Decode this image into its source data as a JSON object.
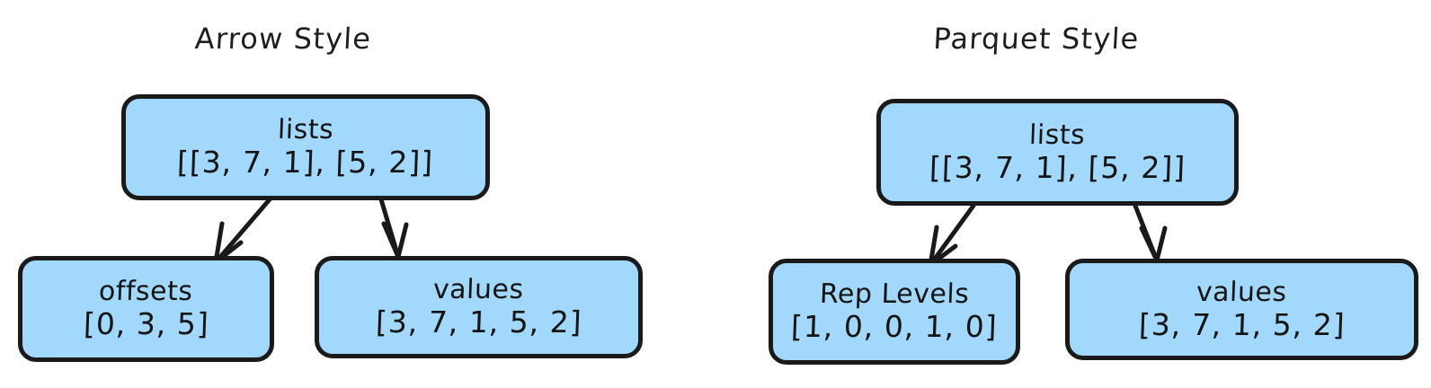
{
  "diagram": {
    "background_color": "#ffffff",
    "node_fill_color": "#a3d8fd",
    "node_border_color": "#1a1a1a",
    "edge_color": "#1a1a1a"
  },
  "panels": [
    {
      "title": "Arrow Style",
      "root": {
        "label": "lists",
        "value": "[[3, 7, 1], [5, 2]]"
      },
      "children": [
        {
          "label": "offsets",
          "value": "[0, 3, 5]"
        },
        {
          "label": "values",
          "value": "[3, 7, 1, 5, 2]"
        }
      ]
    },
    {
      "title": "Parquet Style",
      "root": {
        "label": "lists",
        "value": "[[3, 7, 1], [5, 2]]"
      },
      "children": [
        {
          "label": "Rep Levels",
          "value": "[1, 0, 0, 1, 0]"
        },
        {
          "label": "values",
          "value": "[3, 7, 1, 5, 2]"
        }
      ]
    }
  ]
}
